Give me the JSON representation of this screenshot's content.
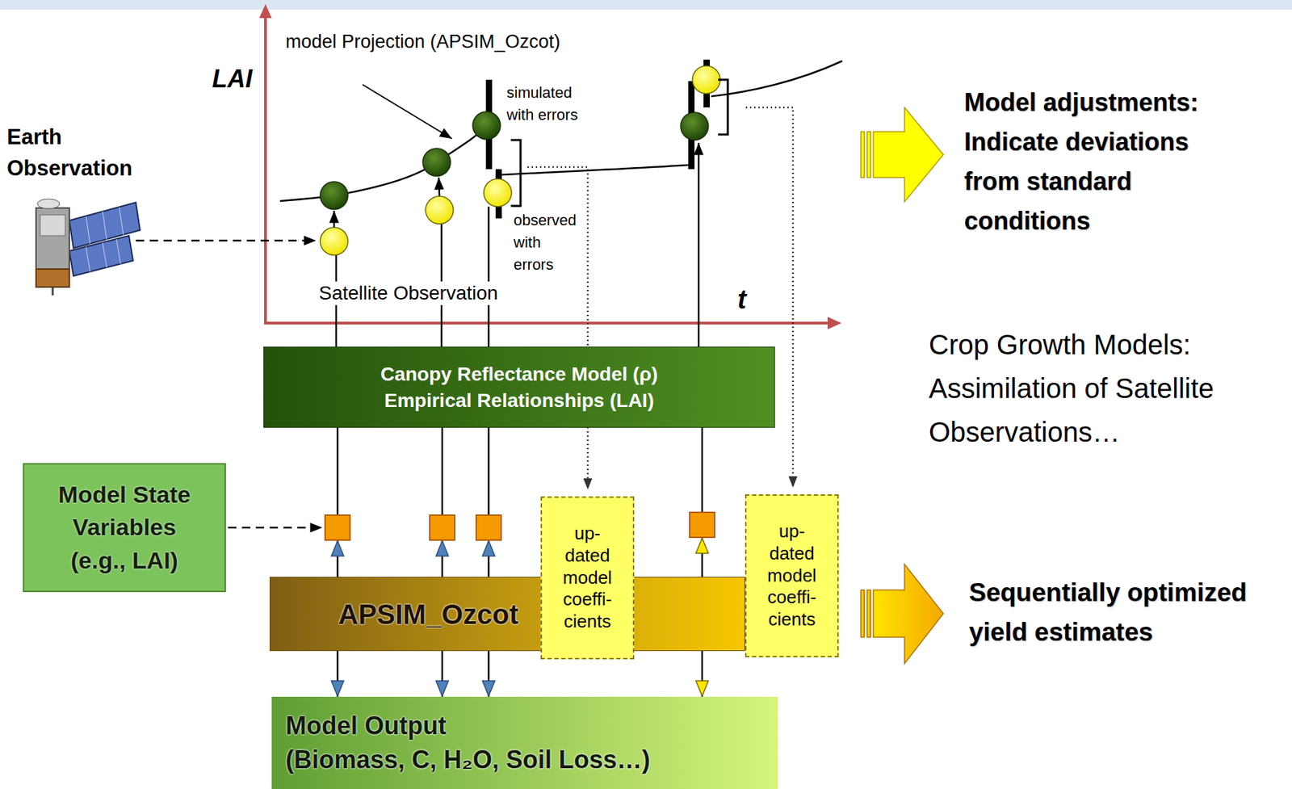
{
  "diagram": {
    "nodes": [
      {
        "text": [
          "Canopy Reflectance Model (ρ)",
          "Empirical Relationships (LAI)"
        ]
      },
      {
        "text": [
          "Model State Variables (e.g., LAI)"
        ]
      },
      {
        "text": [
          "APSIM_Ozcot"
        ]
      },
      {
        "text": [
          "up- dated model coeffi- cients"
        ]
      },
      {
        "text": [
          "up- dated model coeffi- cients"
        ]
      },
      {
        "text": [
          "Model Output",
          "(Biomass, C, H₂O, Soil Loss…)"
        ]
      }
    ],
    "edges": [
      {
        "from": 2,
        "to": 0,
        "arrow": "to"
      },
      {
        "from": 2,
        "to": 0,
        "arrow": "to"
      },
      {
        "from": 2,
        "to": 0,
        "arrow": "to"
      },
      {
        "from": 2,
        "to": 0,
        "arrow": "to"
      },
      {
        "from": 2,
        "to": 5,
        "arrow": "to"
      },
      {
        "from": 2,
        "to": 5,
        "arrow": "to"
      },
      {
        "from": 2,
        "to": 5,
        "arrow": "to"
      },
      {
        "from": 2,
        "to": 5,
        "arrow": "to"
      }
    ],
    "labels": [
      "model Projection (APSIM_Ozcot)",
      "LAI",
      "Earth Observation",
      "simulated with errors",
      "observed with errors",
      "Satellite Observation",
      "t",
      "Model adjustments: Indicate deviations from standard conditions",
      "Crop Growth Models: Assimilation of Satellite Observations…",
      "Sequentially optimized yield estimates"
    ]
  }
}
